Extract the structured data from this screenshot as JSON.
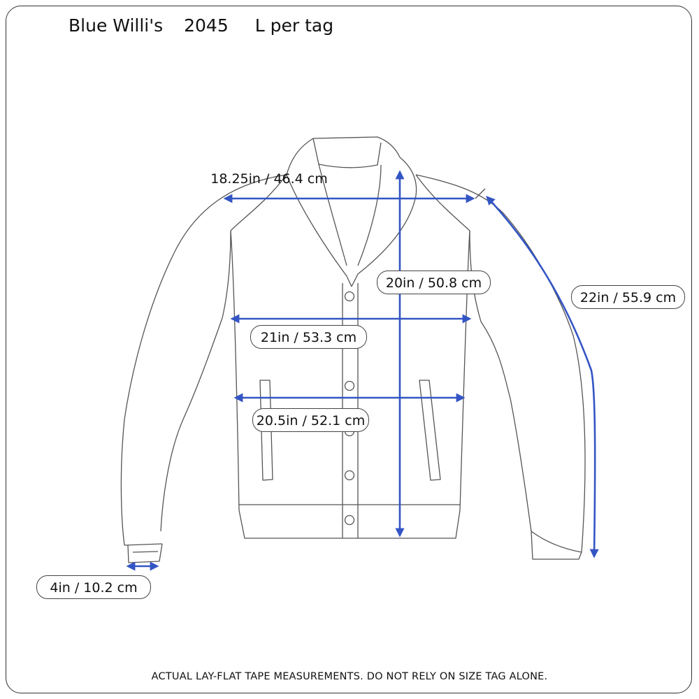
{
  "header": {
    "brand": "Blue Willi's",
    "number": "2045",
    "size": "L per tag"
  },
  "measurements": {
    "shoulder": "18.25in / 46.4 cm",
    "length": "20in / 50.8 cm",
    "sleeve": "22in / 55.9 cm",
    "chest": "21in / 53.3 cm",
    "waist": "20.5in / 52.1 cm",
    "cuff": "4in / 10.2 cm"
  },
  "footer": "ACTUAL LAY-FLAT TAPE MEASUREMENTS. DO NOT RELY ON SIZE TAG ALONE.",
  "colors": {
    "arrow": "#3355c4",
    "outline": "#555555"
  }
}
